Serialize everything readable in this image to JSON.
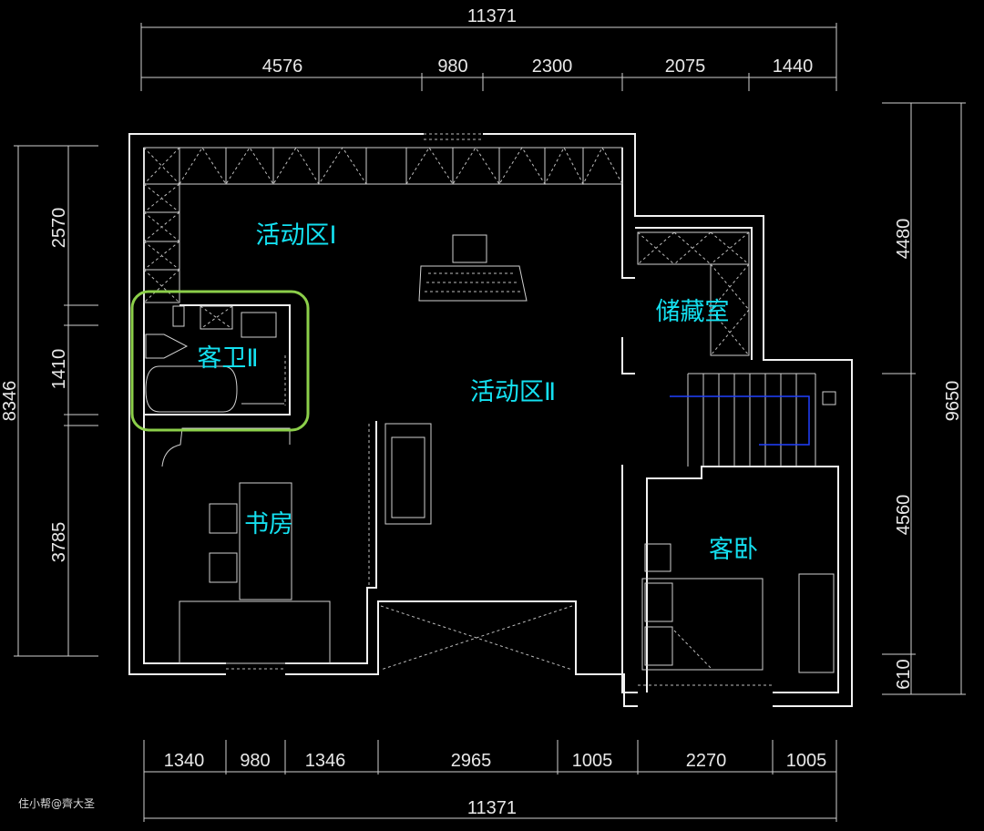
{
  "dimensions": {
    "top_total": "11371",
    "top": [
      "4576",
      "980",
      "2300",
      "2075",
      "1440"
    ],
    "bottom": [
      "1340",
      "980",
      "1346",
      "2965",
      "1005",
      "2270",
      "1005"
    ],
    "bottom_total": "11371",
    "left_total": "8346",
    "left": [
      "2570",
      "1410",
      "3785"
    ],
    "right": [
      "4480",
      "4560",
      "610"
    ],
    "right_total": "9650"
  },
  "rooms": {
    "activity_1": "活动区Ⅰ",
    "guest_bath": "客卫Ⅱ",
    "activity_2": "活动区Ⅱ",
    "storage": "储藏室",
    "study": "书房",
    "guest_bedroom": "客卧"
  },
  "highlight_color": "#8ccf4a",
  "label_color": "#14e0f0",
  "watermark": "住小帮@齊大圣"
}
